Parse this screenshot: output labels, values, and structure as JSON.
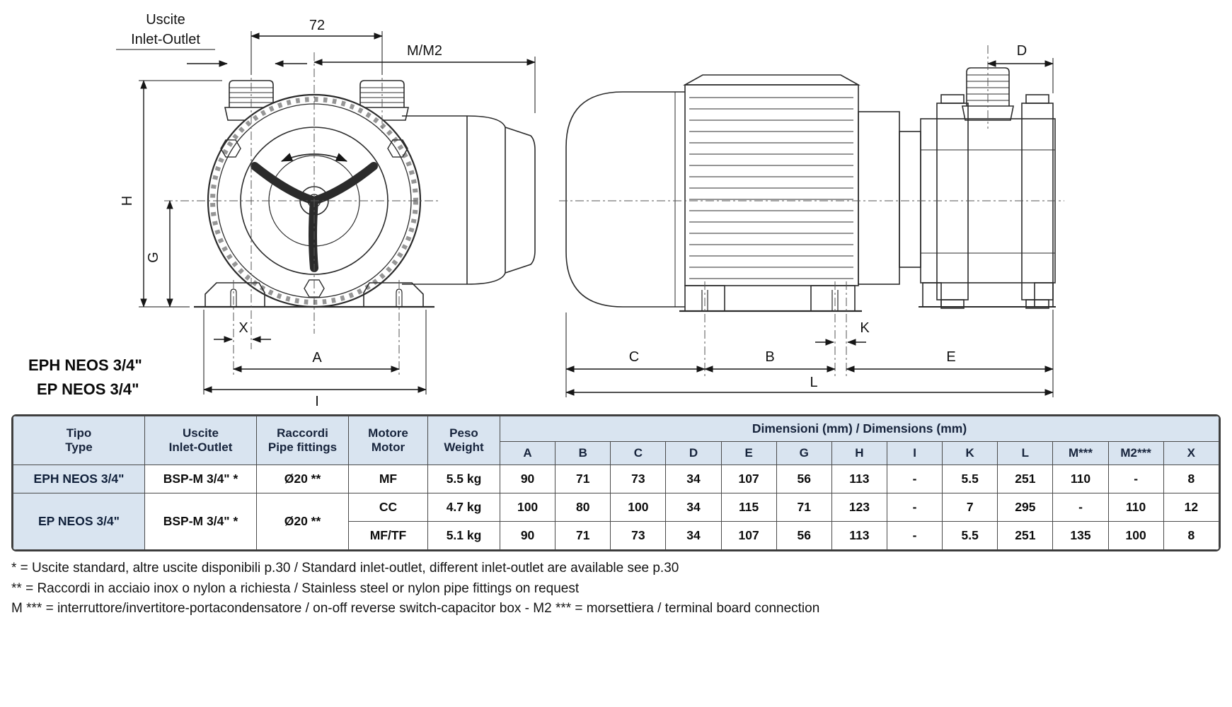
{
  "front_view": {
    "inlet_outlet_l1": "Uscite",
    "inlet_outlet_l2": "Inlet-Outlet",
    "dim_72": "72",
    "dim_mm2": "M/M2",
    "dim_h": "H",
    "dim_g": "G",
    "dim_x": "X",
    "dim_a": "A",
    "dim_i": "I",
    "model_1": "EPH NEOS 3/4\"",
    "model_2": "EP NEOS 3/4\""
  },
  "side_view": {
    "dim_d": "D",
    "dim_c": "C",
    "dim_b": "B",
    "dim_k": "K",
    "dim_e": "E",
    "dim_l": "L"
  },
  "table": {
    "headers": {
      "tipo_l1": "Tipo",
      "tipo_l2": "Type",
      "uscite_l1": "Uscite",
      "uscite_l2": "Inlet-Outlet",
      "raccordi_l1": "Raccordi",
      "raccordi_l2": "Pipe fittings",
      "motore_l1": "Motore",
      "motore_l2": "Motor",
      "peso_l1": "Peso",
      "peso_l2": "Weight",
      "dimensions": "Dimensioni (mm) / Dimensions (mm)"
    },
    "dim_cols": [
      "A",
      "B",
      "C",
      "D",
      "E",
      "G",
      "H",
      "I",
      "K",
      "L",
      "M***",
      "M2***",
      "X"
    ],
    "rows": [
      {
        "tipo": "EPH NEOS 3/4\"",
        "uscite": "BSP-M 3/4\" *",
        "raccordi": "Ø20 **",
        "motore": "MF",
        "peso": "5.5 kg",
        "dims": [
          "90",
          "71",
          "73",
          "34",
          "107",
          "56",
          "113",
          "-",
          "5.5",
          "251",
          "110",
          "-",
          "8"
        ]
      },
      {
        "tipo": "EP NEOS 3/4\"",
        "uscite": "BSP-M 3/4\" *",
        "raccordi": "Ø20 **",
        "motore": "CC",
        "peso": "4.7 kg",
        "dims": [
          "100",
          "80",
          "100",
          "34",
          "115",
          "71",
          "123",
          "-",
          "7",
          "295",
          "-",
          "110",
          "12"
        ]
      },
      {
        "motore": "MF/TF",
        "peso": "5.1 kg",
        "dims": [
          "90",
          "71",
          "73",
          "34",
          "107",
          "56",
          "113",
          "-",
          "5.5",
          "251",
          "135",
          "100",
          "8"
        ]
      }
    ]
  },
  "footnotes": [
    "* = Uscite standard, altre uscite disponibili p.30 / Standard inlet-outlet, different inlet-outlet are available see p.30",
    "** = Raccordi in acciaio inox o nylon a richiesta / Stainless steel or nylon pipe fittings on request",
    "M *** = interruttore/invertitore-portacondensatore / on-off reverse switch-capacitor box - M2 *** = morsettiera / terminal board connection"
  ]
}
